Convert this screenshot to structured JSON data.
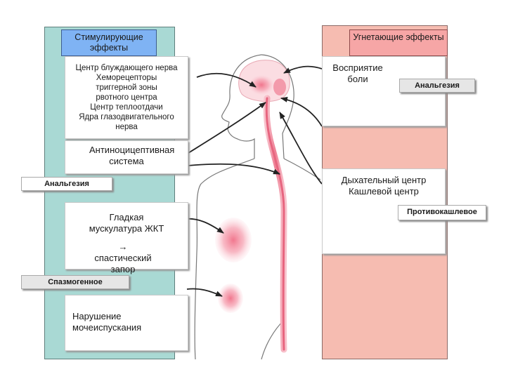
{
  "columns": {
    "left_header": "Стимулирующие эффекты",
    "right_header": "Угнетающие эффекты"
  },
  "left_panels": {
    "brain_centers": [
      "Центр блуждающего нерва",
      "Хеморецепторы",
      "триггерной зоны",
      "рвотного центра",
      "Центр теплоотдачи",
      "Ядра глазодвигательного",
      "нерва"
    ],
    "antinociceptive": "Антиноцицептивная система",
    "gi_muscle": "Гладкая мускулатура ЖКТ",
    "constipation": "→ спастический запор",
    "urination": "Нарушение мочеиспускания"
  },
  "left_tags": {
    "analgesia": "Анальгезия",
    "spasmogenic": "Спазмогенное"
  },
  "right_panels": {
    "pain_perception": "Восприятие боли",
    "resp_center": "Дыхательный центр",
    "cough_center": "Кашлевой центр"
  },
  "right_tags": {
    "analgesia": "Анальгезия",
    "antitussive": "Противокашлевое"
  },
  "colors": {
    "left_column": "#a9d9d4",
    "right_column": "#f6bcb1",
    "left_header": "#7fb3f4",
    "right_header": "#f6a6a6",
    "highlight": "#f07088"
  }
}
